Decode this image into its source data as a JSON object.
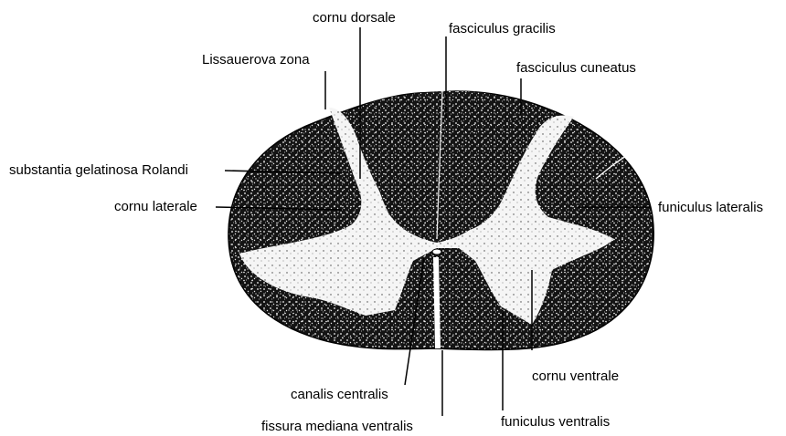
{
  "diagram": {
    "labels": {
      "cornu_dorsale": "cornu dorsale",
      "fasciculus_gracilis": "fasciculus gracilis",
      "lissauerova_zona": "Lissauerova zona",
      "fasciculus_cuneatus": "fasciculus cuneatus",
      "substantia_gelatinosa": "substantia gelatinosa Rolandi",
      "cornu_laterale": "cornu laterale",
      "funiculus_lateralis": "funiculus lateralis",
      "canalis_centralis": "canalis centralis",
      "cornu_ventrale": "cornu ventrale",
      "fissura_mediana_ventralis": "fissura mediana ventralis",
      "funiculus_ventralis": "funiculus ventralis"
    },
    "colors": {
      "ink": "#000000",
      "paper": "#ffffff",
      "white_matter": "#111111",
      "grey_matter": "#f4f4f4"
    }
  }
}
